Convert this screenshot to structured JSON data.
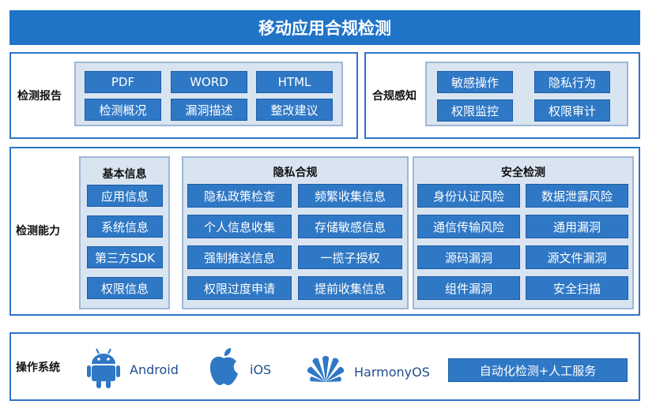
{
  "title": "移动应用合规检测",
  "report": {
    "label": "检测报告",
    "items": [
      "PDF",
      "WORD",
      "HTML",
      "检测概况",
      "漏洞描述",
      "整改建议"
    ]
  },
  "compliance": {
    "label": "合规感知",
    "items": [
      "敏感操作",
      "隐私行为",
      "权限监控",
      "权限审计"
    ]
  },
  "capability": {
    "label": "检测能力",
    "basic": {
      "title": "基本信息",
      "items": [
        "应用信息",
        "系统信息",
        "第三方SDK",
        "权限信息"
      ]
    },
    "privacy": {
      "title": "隐私合规",
      "items": [
        "隐私政策检查",
        "频繁收集信息",
        "个人信息收集",
        "存储敏感信息",
        "强制推送信息",
        "一揽子授权",
        "权限过度申请",
        "提前收集信息"
      ]
    },
    "security": {
      "title": "安全检测",
      "items": [
        "身份认证风险",
        "数据泄露风险",
        "通信传输风险",
        "通用漏洞",
        "源码漏洞",
        "源文件漏洞",
        "组件漏洞",
        "安全扫描"
      ]
    }
  },
  "os": {
    "label": "操作系统",
    "android": "Android",
    "ios": "iOS",
    "harmony": "HarmonyOS",
    "service": "自动化检测+人工服务"
  },
  "colors": {
    "accent": "#1f74c7",
    "chip": "#2f78c5",
    "panel": "#d9e4f1"
  },
  "icons": [
    "android-icon",
    "apple-icon",
    "huawei-icon"
  ]
}
